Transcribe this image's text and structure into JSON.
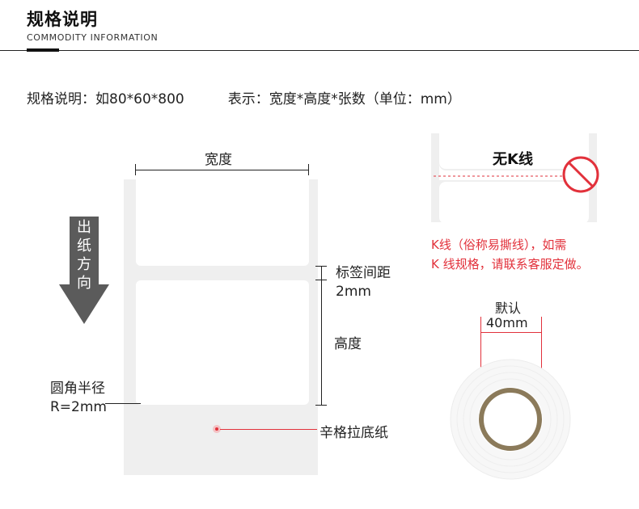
{
  "header": {
    "title": "规格说明",
    "subtitle": "COMMODITY INFORMATION"
  },
  "spec": {
    "example": "规格说明：如80*60*800",
    "meaning": "表示：宽度*高度*张数（单位：mm）"
  },
  "label_diagram": {
    "width_label": "宽度",
    "gap_label_line1": "标签间距",
    "gap_label_line2": "2mm",
    "height_label": "高度",
    "corner_label_line1": "圆角半径",
    "corner_label_line2": "R=2mm",
    "liner_label": "辛格拉底纸",
    "direction_text": "出纸方向"
  },
  "no_k_line": {
    "title": "无K线",
    "note_line1": "K线（俗称易撕线），如需",
    "note_line2": "K 线规格，请联系客服定做。"
  },
  "roll": {
    "title": "默认",
    "core_size": "40mm"
  },
  "colors": {
    "accent_red": "#e2313b",
    "arrow_gray": "#5b5b5b",
    "backing_gray": "#efefef",
    "core_brown": "#8b7a5a"
  }
}
